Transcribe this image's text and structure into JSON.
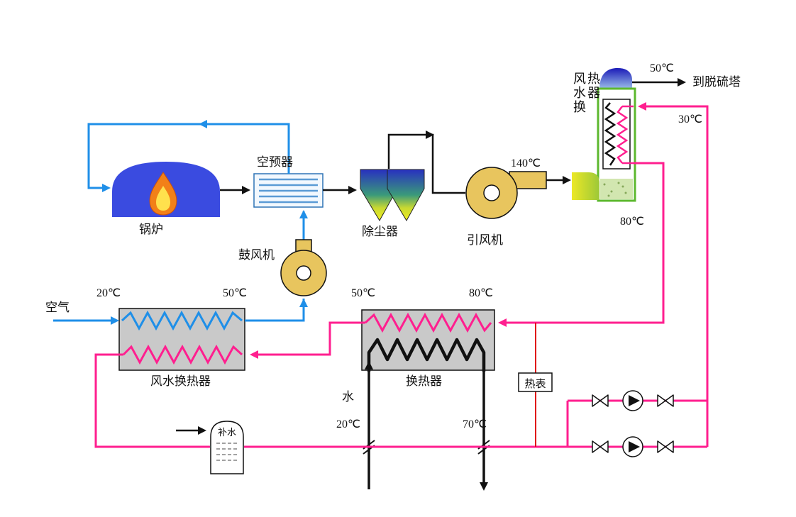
{
  "diagram": {
    "equipment": {
      "boiler": {
        "label": "锅炉"
      },
      "air_preheater": {
        "label": "空预器"
      },
      "dust_collector": {
        "label": "除尘器"
      },
      "induced_draft_fan": {
        "label": "引风机"
      },
      "blower": {
        "label": "鼓风机"
      },
      "flue_gas_heat_exchanger": {
        "label": "风水换热器"
      },
      "air_water_heat_exchanger": {
        "label": "风水换热器"
      },
      "water_heat_exchanger": {
        "label": "换热器"
      },
      "heat_meter": {
        "label": "热表"
      },
      "makeup_water_tank": {
        "label": "补水"
      }
    },
    "streams": {
      "air_inlet": {
        "label": "空气"
      },
      "raw_water": {
        "label": "水"
      },
      "to_desulfurization_tower": {
        "label": "到脱硫塔"
      }
    },
    "temperatures": {
      "air_in": "20℃",
      "air_out": "50℃",
      "flue_gas_after_fan": "140℃",
      "flue_gas_to_tower": "50℃",
      "circuit_return": "30℃",
      "circuit_supply": "80℃",
      "exchanger_water_out": "50℃",
      "exchanger_water_in": "80℃",
      "tap_water_in": "20℃",
      "tap_water_out": "70℃"
    },
    "colors": {
      "air_line": "#1f8fe8",
      "hot_water_line": "#ff1f8f",
      "heat_meter_line": "#e01111",
      "boiler_fill": "#3a4be0",
      "fan_fill": "#e8c55e",
      "exchanger_fill": "#c9c9c9",
      "flue_hx_frame": "#5cb82e"
    }
  }
}
